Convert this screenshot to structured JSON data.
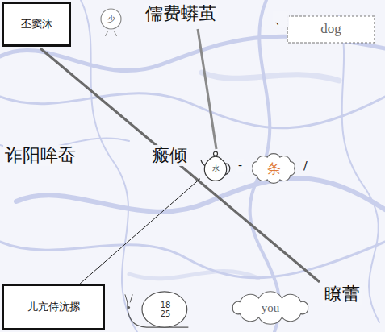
{
  "diagram": {
    "nodes": [
      {
        "text": [
          "丕窦沐"
        ]
      },
      {
        "text": [
          "少"
        ]
      },
      {
        "text": [
          "dog"
        ]
      },
      {
        "text": [
          "水"
        ]
      },
      {
        "text": [
          "条"
        ]
      },
      {
        "text": [
          "儿亢侍沆摞"
        ]
      },
      {
        "text": [
          "18",
          "25"
        ]
      },
      {
        "text": [
          "you"
        ]
      }
    ],
    "edges": [
      {
        "from": 5,
        "to": 3,
        "arrow": "none"
      }
    ],
    "labels": [
      "儒费蟒茧",
      "、",
      "诈阳哞岙",
      "瘢倾",
      "-",
      "/",
      "瞭蕾"
    ]
  }
}
